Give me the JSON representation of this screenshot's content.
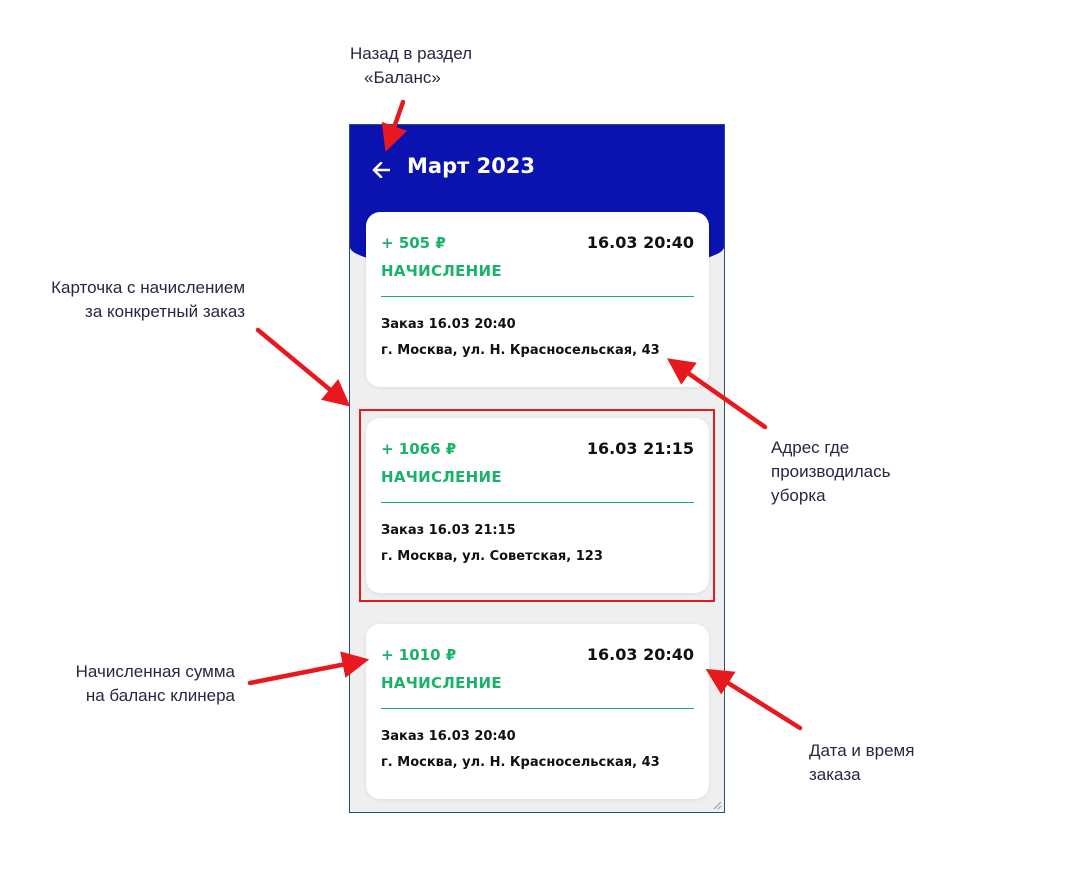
{
  "screen": {
    "title": "Март 2023",
    "colors": {
      "header": "#0a12b0",
      "accent_green": "#1ab26b",
      "annotation_red": "#e8181f"
    },
    "back_icon": "arrow-left-icon",
    "cards": [
      {
        "amount": "+ 505 ₽",
        "datetime": "16.03 20:40",
        "kind": "НАЧИСЛЕНИЕ",
        "order": "Заказ 16.03 20:40",
        "address": "г. Москва, ул. Н. Красносельская, 43"
      },
      {
        "amount": "+ 1066 ₽",
        "datetime": "16.03 21:15",
        "kind": "НАЧИСЛЕНИЕ",
        "order": "Заказ 16.03 21:15",
        "address": "г. Москва, ул. Советская, 123"
      },
      {
        "amount": "+ 1010 ₽",
        "datetime": "16.03 20:40",
        "kind": "НАЧИСЛЕНИЕ",
        "order": "Заказ 16.03 20:40",
        "address": "г. Москва, ул. Н. Красносельская, 43"
      }
    ]
  },
  "annotations": {
    "back": [
      "Назад в раздел",
      "«Баланс»"
    ],
    "card": [
      "Карточка с начислением",
      "за конкретный заказ"
    ],
    "address": [
      "Адрес где",
      "производилась",
      "уборка"
    ],
    "amount": [
      "Начисленная сумма",
      "на баланс клинера"
    ],
    "datetime": [
      "Дата и время",
      "заказа"
    ]
  }
}
